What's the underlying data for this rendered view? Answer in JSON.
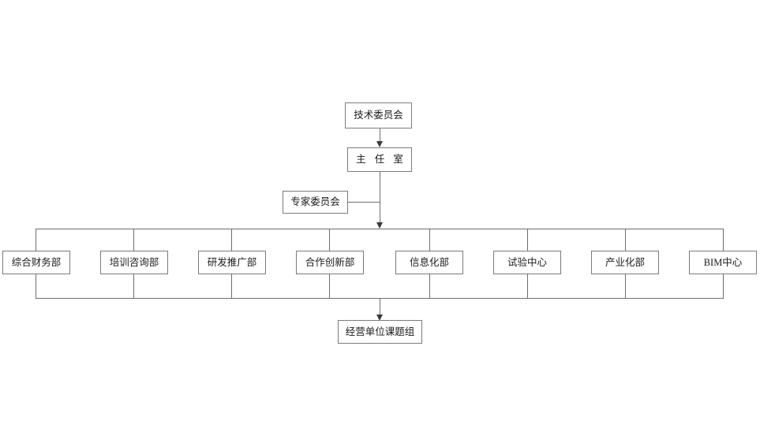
{
  "diagram": {
    "type": "org-chart",
    "title_text": "",
    "line_color": "#6e6e6e",
    "box_border_color": "#7b7b7b",
    "text_color": "#1a1a1a",
    "background": "#ffffff",
    "top": {
      "committee": "技术委员会",
      "director_office": "主 任 室",
      "expert_committee": "专家委员会"
    },
    "departments": [
      {
        "label": "综合财务部"
      },
      {
        "label": "培训咨询部"
      },
      {
        "label": "研发推广部"
      },
      {
        "label": "合作创新部"
      },
      {
        "label": "信息化部"
      },
      {
        "label": "试验中心"
      },
      {
        "label": "产业化部"
      },
      {
        "label": "BIM中心"
      }
    ],
    "bottom": {
      "project_team": "经营单位课题组"
    }
  }
}
